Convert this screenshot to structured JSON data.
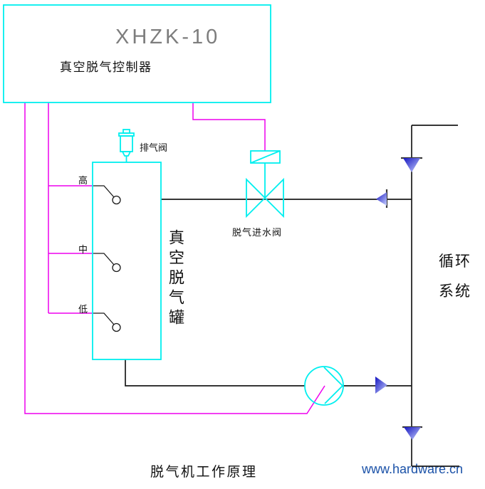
{
  "page": {
    "title": "脱气机工作原理",
    "watermark": "www.hardware.cn"
  },
  "controller": {
    "model": "XHZK-10",
    "label": "真空脱气控制器"
  },
  "tank": {
    "label": "真空脱气罐",
    "exhaust_valve_label": "排气阀",
    "level_sensors": [
      {
        "label": "高"
      },
      {
        "label": "中"
      },
      {
        "label": "低"
      }
    ]
  },
  "inlet_valve": {
    "label": "脱气进水阀"
  },
  "circulation": {
    "label": "循环系统"
  },
  "colors": {
    "cyan": "#00EFEF",
    "magenta": "#EE00EE",
    "pipe": "#1A1A1A",
    "arrow_dark": "#1414C0",
    "arrow_light": "#C9D2FF",
    "watermark_blue": "#1B52A8",
    "model_gray": "#7D7D7D"
  }
}
